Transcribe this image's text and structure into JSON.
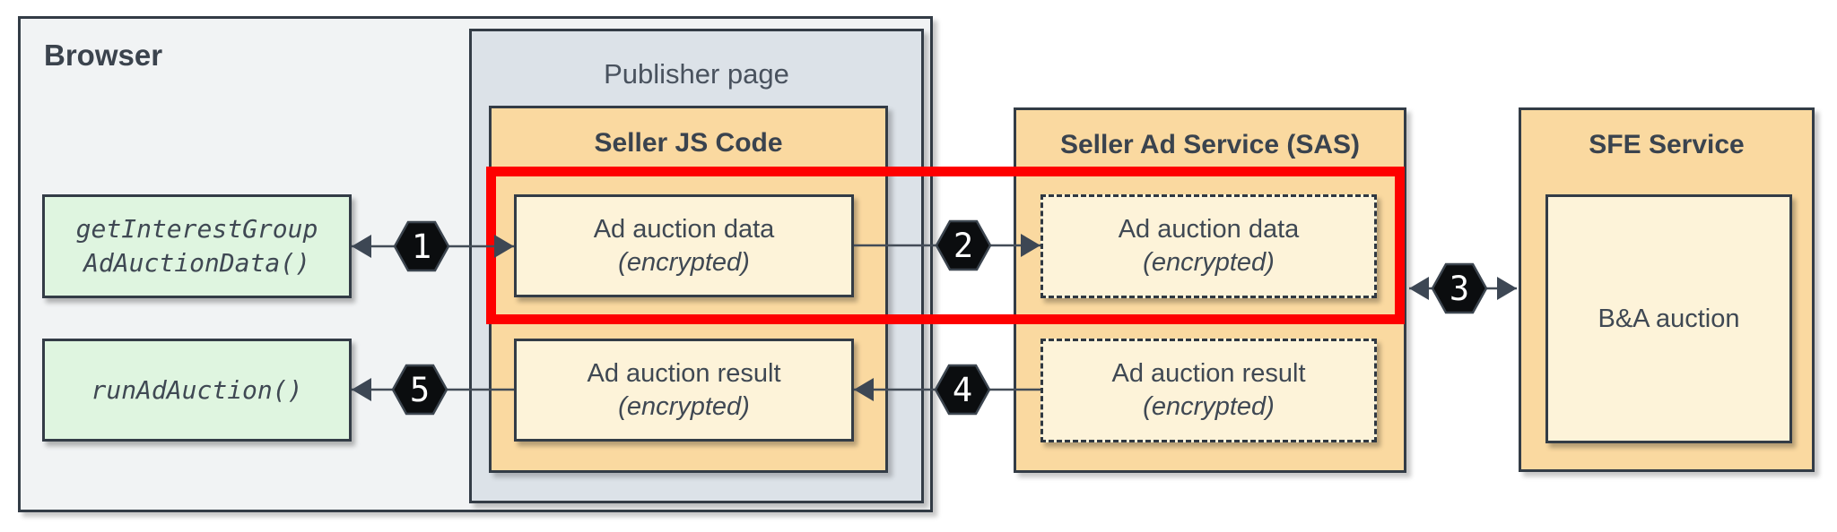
{
  "browser": {
    "label": "Browser",
    "api_calls": [
      {
        "line1": "getInterestGroup",
        "line2": "AdAuctionData()"
      },
      {
        "line1": "runAdAuction()"
      }
    ]
  },
  "publisher_page": {
    "label": "Publisher page"
  },
  "seller_js_code": {
    "title": "Seller JS Code",
    "data_box": {
      "line1": "Ad auction data",
      "line2": "(encrypted)"
    },
    "result_box": {
      "line1": "Ad auction result",
      "line2": "(encrypted)"
    }
  },
  "seller_ad_service": {
    "title": "Seller Ad Service (SAS)",
    "data_box": {
      "line1": "Ad auction data",
      "line2": "(encrypted)"
    },
    "result_box": {
      "line1": "Ad auction result",
      "line2": "(encrypted)"
    }
  },
  "sfe_service": {
    "title": "SFE Service",
    "auction_box": {
      "label": "B&A auction"
    }
  },
  "steps": [
    "1",
    "2",
    "3",
    "4",
    "5"
  ],
  "colors": {
    "highlight_red": "#fe0000",
    "container_orange": "#fad9a0",
    "box_cream": "#fdf3d9",
    "api_green": "#dff5e0",
    "browser_gray": "#f1f3f4",
    "publisher_gray": "#dce2e8",
    "border_dark": "#333c46",
    "step_badge_black": "#0b0d0f"
  }
}
